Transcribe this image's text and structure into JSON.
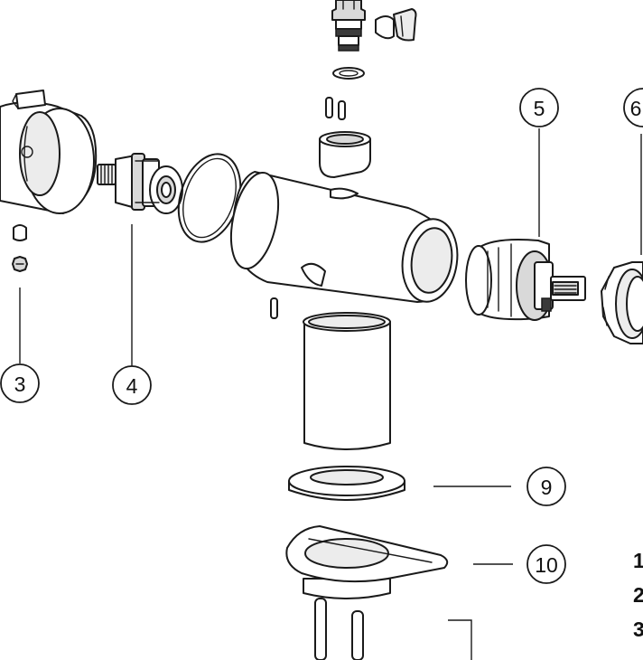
{
  "callouts": {
    "c3": "3",
    "c4": "4",
    "c5": "5",
    "c6": "6",
    "c9": "9",
    "c10": "10"
  },
  "edge_list": [
    "1",
    "2",
    "3"
  ]
}
